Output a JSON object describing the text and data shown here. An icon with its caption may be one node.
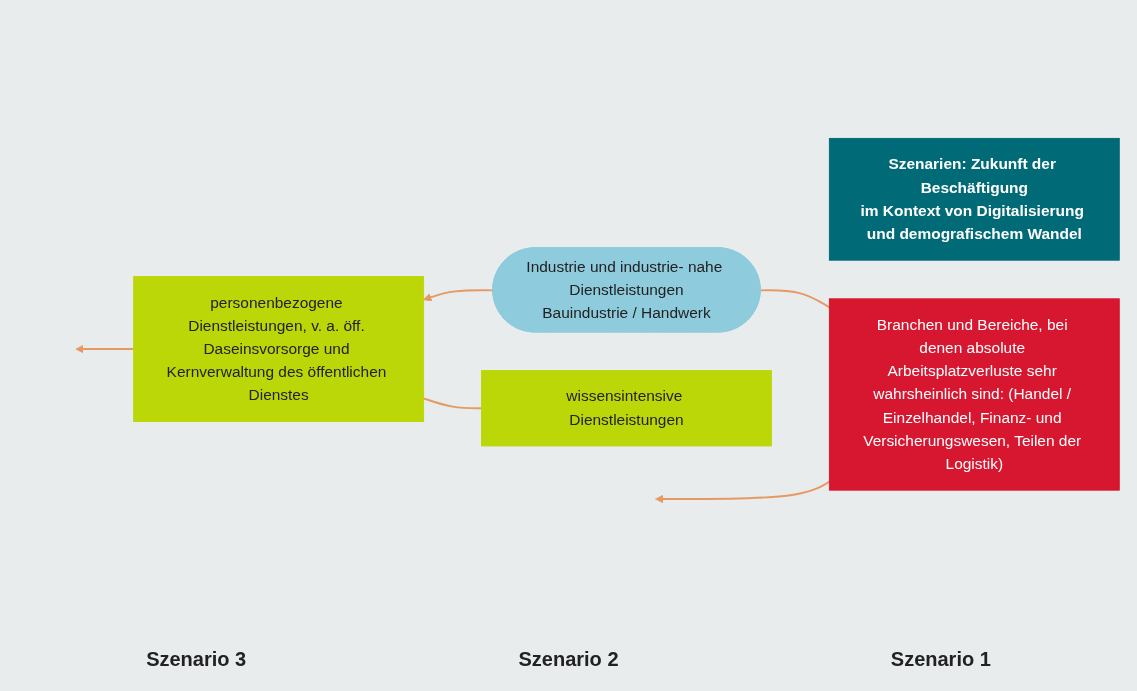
{
  "diagram": {
    "nodes": [
      {
        "text": [
          "Szenarien: Zukunft der Beschäftigung",
          "im Kontext von Digitalisierung und demografischem Wandel"
        ]
      },
      {
        "text": [
          "personenbezogene Dienstleistungen, v. a. öff. Daseinsvorsorge und Kernverwaltung des öffentlichen Dienstes"
        ]
      },
      {
        "text": [
          "wissensintensive Dienstleistungen"
        ]
      },
      {
        "text": [
          "Industrie und industrie- nahe Dienstleistungen",
          "Bauindustrie / Handwerk"
        ]
      },
      {
        "text": [
          "Branchen und Bereiche, bei denen absolute Arbeitsplatzverluste sehr wahrsheinlich sind: (Handel / Einzelhandel, Finanz- und Versicherungswesen, Teilen der Logistik)"
        ]
      }
    ],
    "edges": [
      {
        "from": 1,
        "to": null,
        "arrow": "to"
      },
      {
        "from": 3,
        "to": 1,
        "arrow": "to"
      },
      {
        "from": 2,
        "to": 1,
        "arrow": "none"
      },
      {
        "from": 4,
        "to": 3,
        "arrow": "none"
      },
      {
        "from": 4,
        "to": null,
        "arrow": "to"
      }
    ],
    "labels": [
      "Szenario 3",
      "Szenario 2",
      "Szenario 1"
    ]
  }
}
